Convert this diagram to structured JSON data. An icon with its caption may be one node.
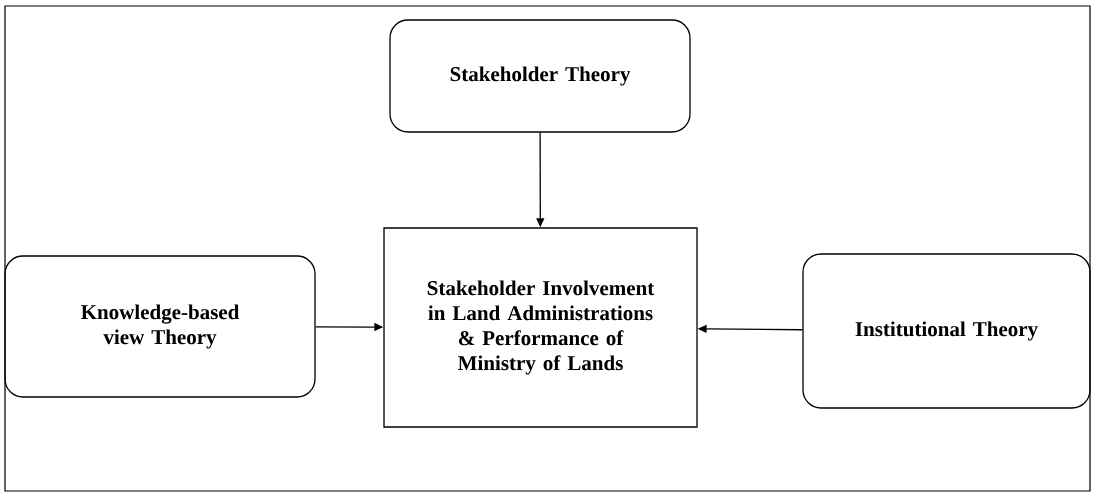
{
  "diagram": {
    "nodes": [
      {
        "text": [
          "Stakeholder Theory"
        ]
      },
      {
        "text": [
          "Knowledge-based view Theory"
        ]
      },
      {
        "text": [
          "Stakeholder Involvement in Land Administrations & Performance of Ministry of Lands"
        ]
      },
      {
        "text": [
          "Institutional Theory"
        ]
      }
    ],
    "edges": [
      {
        "from": 0,
        "to": 2,
        "arrow": "to"
      },
      {
        "from": 1,
        "to": 2,
        "arrow": "to"
      },
      {
        "from": 3,
        "to": 2,
        "arrow": "to"
      }
    ]
  }
}
